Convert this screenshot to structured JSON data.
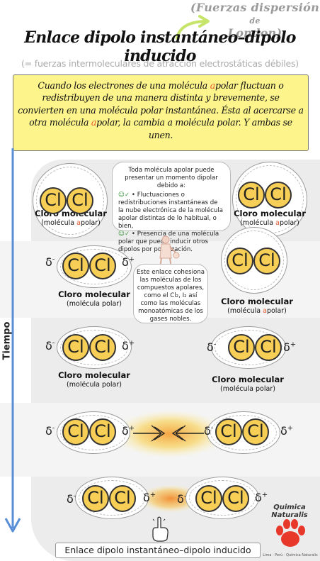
{
  "header": {
    "subtitle_line1": "(Fuerzas dispersión",
    "subtitle_de": "de",
    "subtitle_line2": "London)",
    "title": "Enlace dipolo instantáneo–dipolo inducido",
    "title_note": "(= fuerzas intermoleculares de atracción electrostáticas débiles)"
  },
  "intro": {
    "p1": "Cuando los electrones de una molécula ",
    "p1_accent": "a",
    "p2": "polar fluctuan o redistribuyen de una manera distinta y brevemente, se convierten en una molécula polar instantánea. Ésta al acercarse a otra molécula ",
    "p2_accent": "a",
    "p3": "polar, la cambia a molécula polar. Y ambas se unen."
  },
  "axis": {
    "label": "Tiempo"
  },
  "atom_symbol": "Cl",
  "delta_minus": "δ",
  "delta_minus_sup": "-",
  "delta_plus": "δ",
  "delta_plus_sup": "+",
  "molecules": {
    "apolar_name": "Cloro molecular",
    "apolar_sub_pre": "(molécula ",
    "apolar_sub_accent": "a",
    "apolar_sub_post": "polar)",
    "polar_name": "Cloro molecular",
    "polar_sub": "(molécula polar)"
  },
  "bubble1": {
    "intro": "Toda molécula apolar puede presentar un momento dipolar debido a:",
    "item1": "Fluctuaciones o redistribuciones instantáneas de la nube electrónica de la molécula apolar distintas de lo habitual, o bien,",
    "item2": "Presencia de una molécula polar que puede inducir otros dipolos por polarización.",
    "check": "☺✓"
  },
  "bubble2": {
    "text": "Este enlace cohesiona las moléculas de los compuestos apolares, como el Cl₂, I₂ así como las moléculas monoatómicas de los gases nobles."
  },
  "footer": {
    "label": "Enlace dipolo instantáneo–dipolo inducido",
    "logo": "Quimica Naturalis",
    "credit": "Lima · Perú · Química Naturalis"
  },
  "colors": {
    "atom": "#f7cf57",
    "intro_bg": "#fdf58c",
    "accent": "#e85a2c",
    "axis_arrow": "#5a8fd8"
  }
}
